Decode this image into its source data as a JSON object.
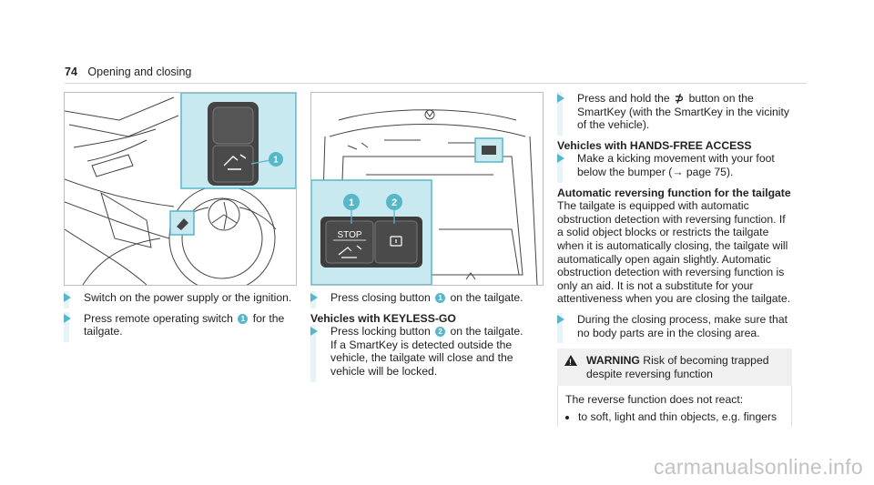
{
  "header": {
    "page_number": "74",
    "section_title": "Opening and closing"
  },
  "figure_left": {
    "callout_1": "1"
  },
  "figure_mid": {
    "callout_1": "1",
    "callout_2": "2",
    "stop_label": "STOP"
  },
  "col1": {
    "step1": "Switch on the power supply or the ignition.",
    "step2_before": "Press remote operating switch",
    "step2_badge": "1",
    "step2_after": "for the tailgate."
  },
  "col2": {
    "step1_before": "Press closing button",
    "step1_badge": "1",
    "step1_after": "on the tailgate.",
    "heading": "Vehicles with KEYLESS-GO",
    "step2_before": "Press locking button",
    "step2_badge": "2",
    "step2_after": "on the tailgate.",
    "step2_detail": "If a SmartKey is detected outside the vehicle, the tailgate will close and the vehicle will be locked."
  },
  "col3": {
    "step1_before": "Press and hold the",
    "step1_glyph": "⊅",
    "step1_after": "button on the SmartKey (with the SmartKey in the vicinity of the vehicle).",
    "heading1": "Vehicles with HANDS-FREE ACCESS",
    "step2": "Make a kicking movement with your foot below the bumper (→ page 75).",
    "heading2": "Automatic reversing function for the tailgate",
    "paragraph": "The tailgate is equipped with automatic obstruction detection with reversing function. If a solid object blocks or restricts the tailgate when it is automatically closing, the tailgate will automatically open again slightly. Automatic obstruction detection with reversing function is only an aid. It is not a substitute for your attentiveness when you are closing the tailgate.",
    "step3": "During the closing process, make sure that no body parts are in the closing area.",
    "warning_label": "WARNING",
    "warning_title": "Risk of becoming trapped despite reversing function",
    "warning_intro": "The reverse function does not react:",
    "warning_bullet1": "to soft, light and thin objects, e.g. fingers"
  },
  "watermark": "carmanualsonline.info",
  "colors": {
    "accent": "#56b7c9",
    "inset_bg": "#c7e9ef",
    "line": "#444444"
  }
}
